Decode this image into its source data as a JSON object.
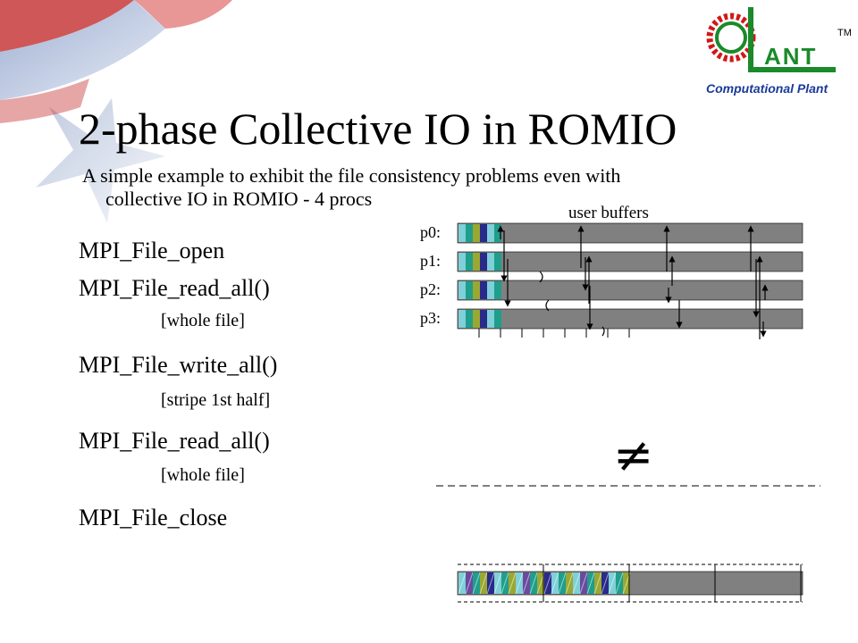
{
  "title": "2-phase Collective IO in ROMIO",
  "subtitle": {
    "line1": "A simple example to exhibit the file consistency problems even with",
    "line2": "collective IO in ROMIO - 4 procs"
  },
  "code": [
    {
      "call": "MPI_File_open",
      "note": ""
    },
    {
      "call": "MPI_File_read_all()",
      "note": "[whole file]"
    },
    {
      "call": "MPI_File_write_all()",
      "note": "[stripe 1st half]"
    },
    {
      "call": "MPI_File_read_all()",
      "note": "[whole file]"
    },
    {
      "call": "MPI_File_close",
      "note": ""
    }
  ],
  "diagram": {
    "buffers_label": "user buffers",
    "processes": [
      "p0:",
      "p1:",
      "p2:",
      "p3:"
    ],
    "not_equal_symbol": "≠",
    "colors": {
      "buffer_fill": "#808080",
      "teal": "#1f9e8c",
      "cyan": "#7fd0d8",
      "olive": "#9aa832",
      "navy": "#2a2a8a",
      "purple": "#6a4aa0"
    }
  },
  "logo": {
    "text": "Computational Plant",
    "tm": "TM"
  }
}
